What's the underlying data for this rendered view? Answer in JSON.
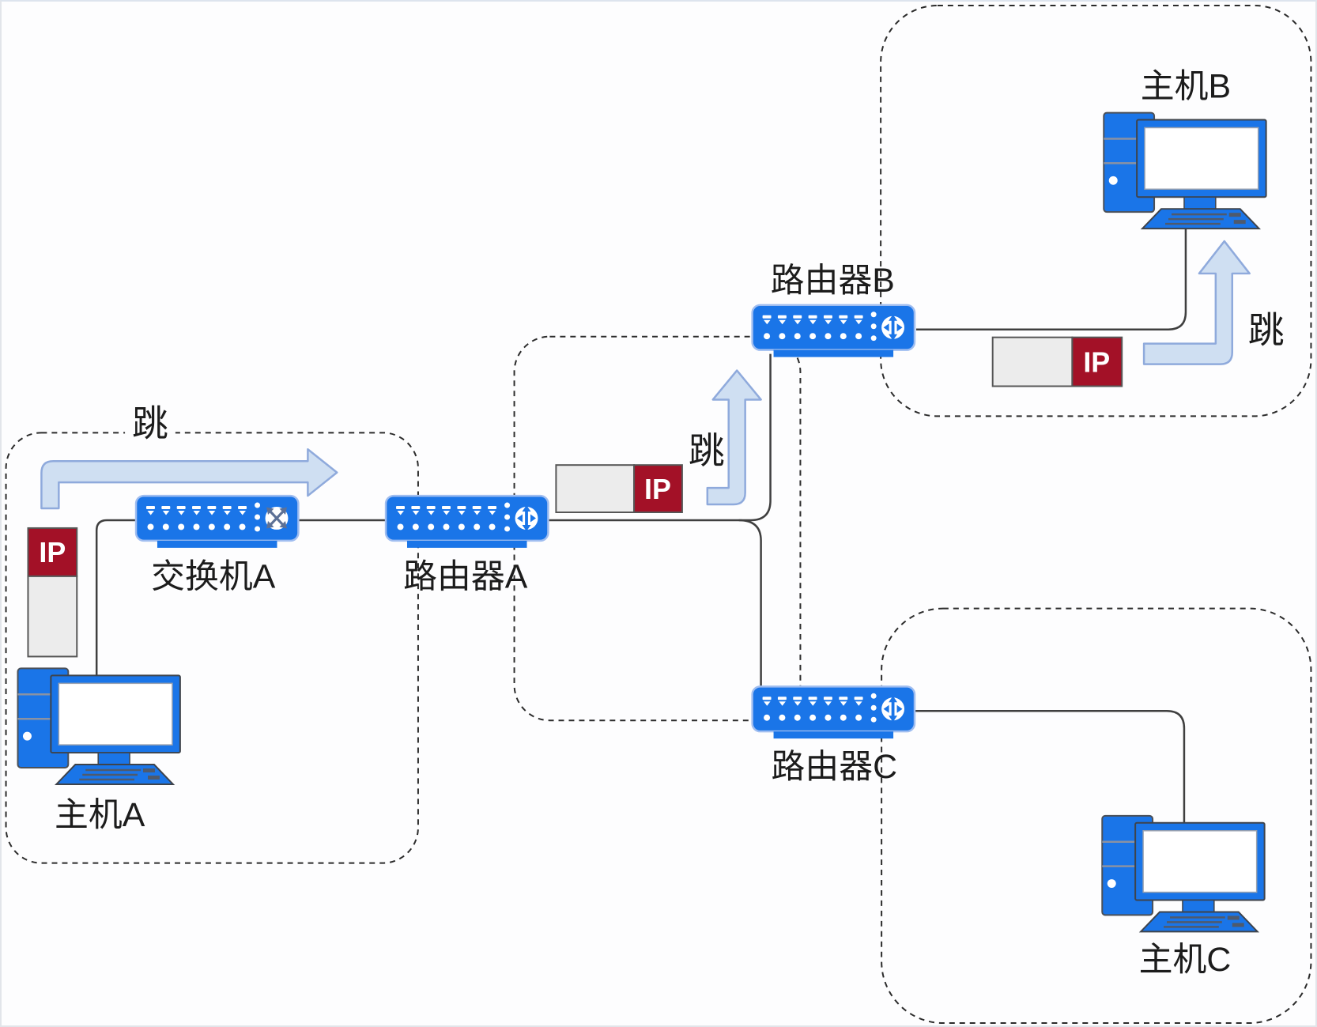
{
  "zones": {
    "lan_a": {
      "hop_label": "跳",
      "ip_label": "IP"
    },
    "backbone": {
      "hop_label": "跳",
      "ip_label": "IP"
    },
    "lan_b": {
      "hop_label": "跳",
      "ip_label": "IP"
    }
  },
  "devices": {
    "host_a": {
      "label": "主机A"
    },
    "switch_a": {
      "label": "交换机A"
    },
    "router_a": {
      "label": "路由器A"
    },
    "router_b": {
      "label": "路由器B"
    },
    "router_c": {
      "label": "路由器C"
    },
    "host_b": {
      "label": "主机B"
    },
    "host_c": {
      "label": "主机C"
    }
  },
  "colors": {
    "device_blue": "#1a75e8",
    "ip_red": "#a31127",
    "ip_gray": "#ececec",
    "hop_arrow_fill": "#cfdff2",
    "hop_arrow_stroke": "#8faadc",
    "connector": "#3f3f3f",
    "zone_border": "#2b2b2b",
    "label_text": "#1c1c1c"
  }
}
